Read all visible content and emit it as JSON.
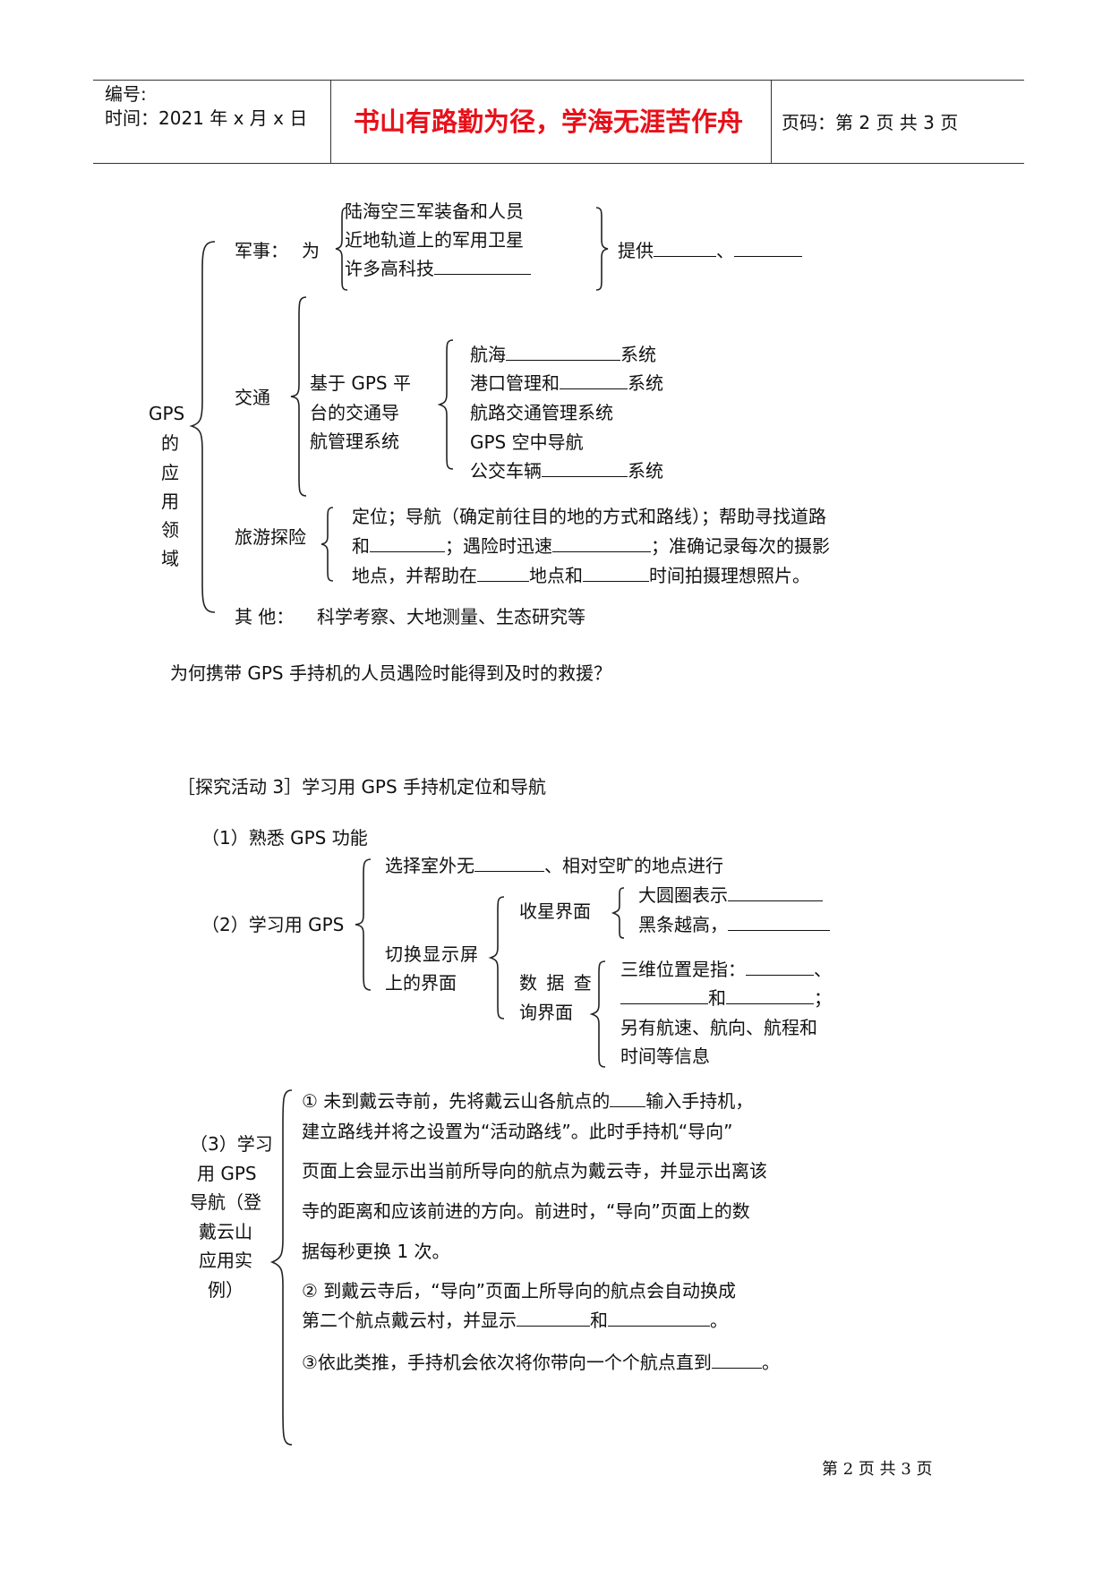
{
  "header": {
    "number_label": "编号:",
    "time_label": "时间：2021 年 x 月 x 日",
    "motto": "书山有路勤为径，学海无涯苦作舟",
    "page_label": "页码：第 2 页  共 3 页",
    "motto_color": "#e8101a"
  },
  "mindmap": {
    "root": "GPS 的 应 用 领 域",
    "root_chars": [
      "GPS",
      "的",
      "应",
      "用",
      "领",
      "域"
    ],
    "military": {
      "label": "军事：",
      "for": "为",
      "items": [
        "陆海空三军装备和人员",
        "近地轨道上的军用卫星",
        "许多高科技"
      ],
      "provide": "提供",
      "sep": "、"
    },
    "traffic": {
      "label": "交通",
      "sub_lines": [
        "基于 GPS 平",
        "台的交通导",
        "航管理系统"
      ],
      "items": [
        {
          "pre": "航海",
          "post": "系统"
        },
        {
          "pre": "港口管理和",
          "post": "系统"
        },
        {
          "pre": "航路交通管理系统",
          "post": ""
        },
        {
          "pre": "GPS 空中导航",
          "post": ""
        },
        {
          "pre": "公交车辆",
          "post": "系统"
        }
      ]
    },
    "travel": {
      "label": "旅游探险",
      "line1": "定位；导航（确定前往目的地的方式和路线）；帮助寻找道路",
      "line2_a": "和",
      "line2_b": "；遇险时迅速",
      "line2_c": "；准确记录每次的摄影",
      "line3_a": "地点，并帮助在",
      "line3_b": "地点和",
      "line3_c": "时间拍摄理想照片。"
    },
    "other": {
      "label": "其    他：",
      "text": "科学考察、大地测量、生态研究等"
    }
  },
  "question": "为何携带 GPS 手持机的人员遇险时能得到及时的救援？",
  "activity3": {
    "title": "［探究活动 3］学习用 GPS 手持机定位和导航",
    "step1": "（1）熟悉 GPS 功能",
    "step2": {
      "label": "（2）学习用 GPS",
      "item1_a": "选择室外无",
      "item1_b": "、相对空旷的地点进行",
      "switch_lines": [
        "切换显示屏",
        "上的界面"
      ],
      "star_label": "收星界面",
      "star_items": [
        "大圆圈表示",
        "黑条越高，"
      ],
      "data_label_lines": [
        "数 据 查",
        "询界面"
      ],
      "data_items": {
        "line1": "三维位置是指：",
        "line1_end": "、",
        "line2_mid": "和",
        "line2_end": "；",
        "line3": "另有航速、航向、航程和",
        "line4": "时间等信息"
      }
    },
    "step3": {
      "label_lines": [
        "（3）学习",
        "用 GPS",
        "导航（登",
        "戴云山",
        "应用实",
        "例）"
      ],
      "p1_a": "①    未到戴云寺前，先将戴云山各航点的",
      "p1_b": "输入手持机，",
      "p1_l2": "建立路线并将之设置为“活动路线”。此时手持机“导向”",
      "p1_l3": "页面上会显示出当前所导向的航点为戴云寺，并显示出离该",
      "p1_l4": "寺的距离和应该前进的方向。前进时，“导向”页面上的数",
      "p1_l5": "据每秒更换 1 次。",
      "p2_l1": "②    到戴云寺后，“导向”页面上所导向的航点会自动换成",
      "p2_l2_a": "第二个航点戴云村，并显示",
      "p2_l2_b": "和",
      "p2_l2_c": "。",
      "p3_a": "③依此类推，手持机会依次将你带向一个个航点直到",
      "p3_b": "。"
    }
  },
  "footer": "第 2 页 共 3 页"
}
